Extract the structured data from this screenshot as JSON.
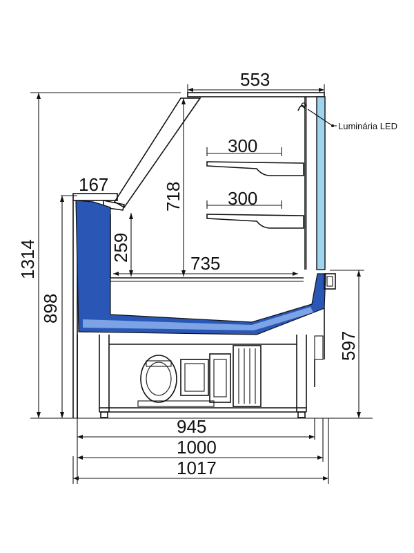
{
  "diagram": {
    "colors": {
      "lines": "#111111",
      "basin": "#2a56b5",
      "basin_light": "#7ba3e6",
      "glass": "#9fd4ee",
      "background": "#ffffff"
    },
    "dimensions": {
      "top_width": "553",
      "shelf_upper": "300",
      "shelf_lower": "300",
      "inner_height": "718",
      "front_top": "167",
      "front_glass_height": "259",
      "display_depth": "735",
      "total_height": "1314",
      "counter_height": "898",
      "rear_height": "597",
      "base_945": "945",
      "base_1000": "1000",
      "base_1017": "1017"
    },
    "callouts": {
      "led_light": "Luminária LED"
    }
  }
}
